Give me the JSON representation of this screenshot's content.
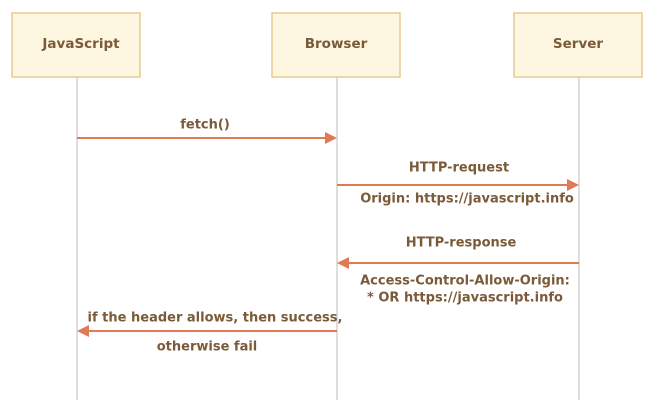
{
  "actors": [
    {
      "id": "javascript",
      "label": "JavaScript"
    },
    {
      "id": "browser",
      "label": "Browser"
    },
    {
      "id": "server",
      "label": "Server"
    }
  ],
  "messages": [
    {
      "id": "fetch",
      "from": "javascript",
      "to": "browser",
      "above": [
        "fetch()"
      ],
      "below": []
    },
    {
      "id": "http-request",
      "from": "browser",
      "to": "server",
      "above": [
        "HTTP-request"
      ],
      "below": [
        "Origin: https://javascript.info"
      ]
    },
    {
      "id": "http-response",
      "from": "server",
      "to": "browser",
      "above": [
        "HTTP-response"
      ],
      "below": [
        "Access-Control-Allow-Origin:",
        "* OR https://javascript.info"
      ]
    },
    {
      "id": "result",
      "from": "browser",
      "to": "javascript",
      "above": [
        "if the header allows, then success,"
      ],
      "below": [
        "otherwise fail"
      ]
    }
  ],
  "colors": {
    "arrow": "#e07a54",
    "text": "#7a5a38",
    "box_fill": "#fdf6e1",
    "box_stroke": "#e8cc8f",
    "lifeline": "#c8c8c8"
  }
}
